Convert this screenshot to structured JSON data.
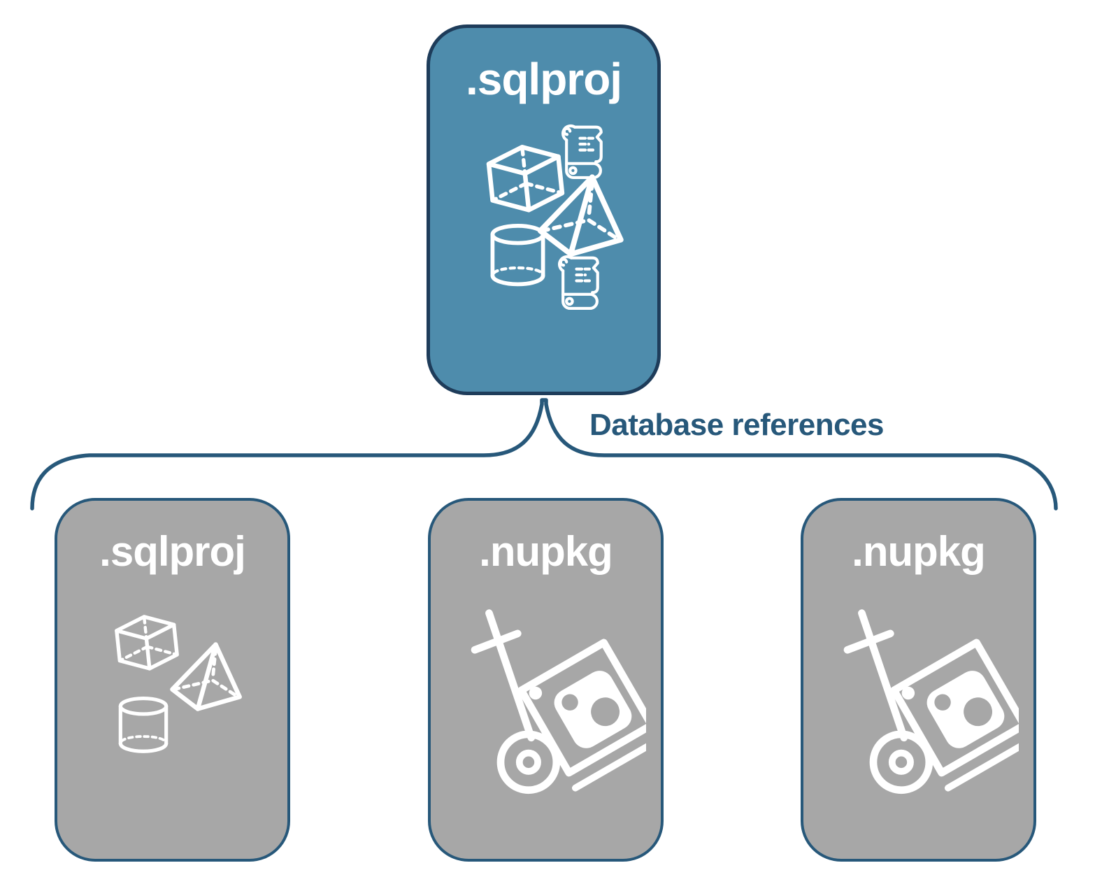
{
  "colors": {
    "canvas_bg": "#ffffff",
    "teal": "#4E8CAC",
    "teal_border": "#1E3C5A",
    "gray": "#A7A7A7",
    "gray_border": "#27587A",
    "line": "#27587A",
    "icon": "#ffffff",
    "label_text": "#ffffff"
  },
  "diagram": {
    "root": {
      "label": ".sqlproj",
      "icons": [
        "scroll-icon",
        "cube-icon",
        "pyramid-icon",
        "cylinder-icon",
        "scroll-icon"
      ]
    },
    "connector": {
      "label": "Database references",
      "shape": "curly-brace"
    },
    "children": [
      {
        "label": ".sqlproj",
        "icons": [
          "cube-icon",
          "pyramid-icon",
          "cylinder-icon"
        ]
      },
      {
        "label": ".nupkg",
        "icons": [
          "dolly-package-icon"
        ]
      },
      {
        "label": ".nupkg",
        "icons": [
          "dolly-package-icon"
        ]
      }
    ]
  }
}
